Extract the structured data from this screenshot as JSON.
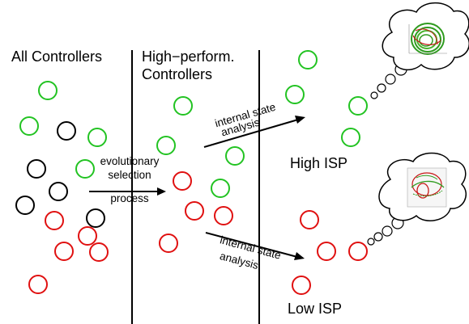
{
  "labels": {
    "all_controllers": "All Controllers",
    "high_perform_line1": "High−perform.",
    "high_perform_line2": "Controllers",
    "evolutionary_line1": "evolutionary",
    "evolutionary_line2": "selection",
    "evolutionary_line3": "process",
    "internal_upper_line1": "internal state",
    "internal_upper_line2": "analysis",
    "internal_lower_line1": "internal state",
    "internal_lower_line2": "analysis",
    "high_isp": "High ISP",
    "low_isp": "Low ISP"
  },
  "colors": {
    "green": "#22c322",
    "black": "#000000",
    "red": "#e01010",
    "line": "#000000",
    "attractor_green": "#2f9b1f",
    "attractor_red": "#c81818"
  },
  "icons": {
    "cloud_upper": "cloud-attractor-plot-icon",
    "cloud_lower": "cloud-attractor-plot-icon"
  }
}
